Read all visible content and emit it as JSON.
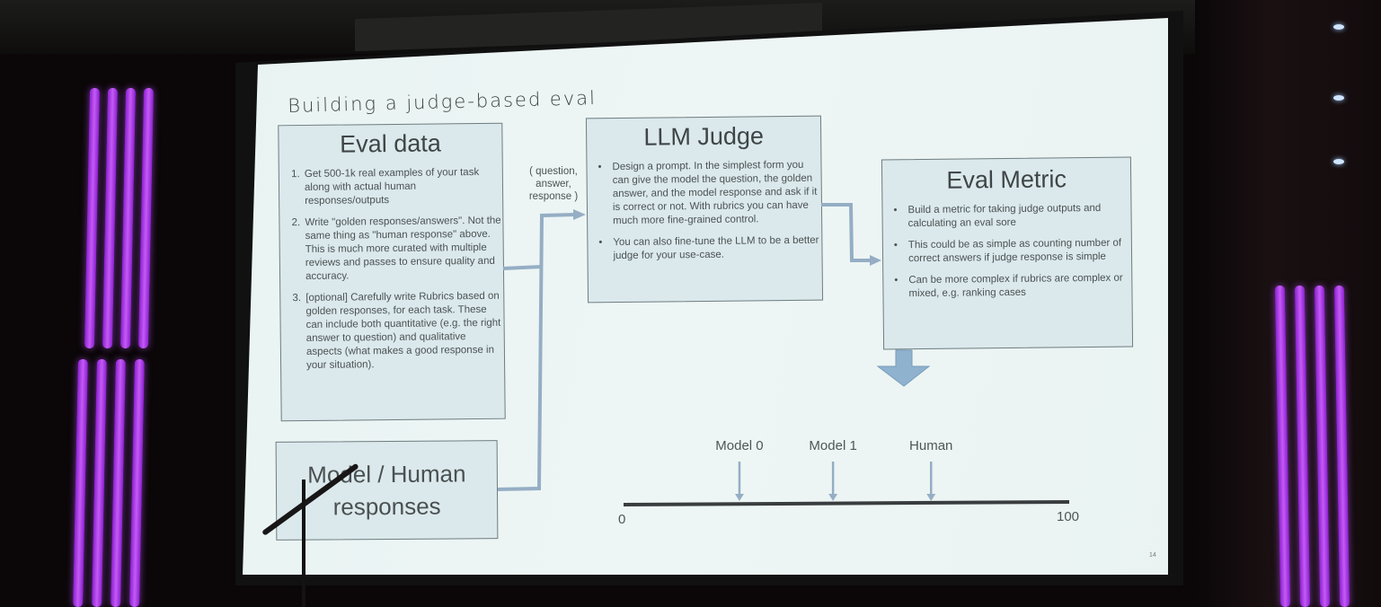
{
  "slide": {
    "title": "Building a judge-based eval",
    "page_number": "14",
    "colors": {
      "slide_bg": "#e8f3f2",
      "box_fill": "#dbe9ec",
      "box_border": "#6f7d80",
      "connector": "#95aec4",
      "timeline_line": "#3a3d3f",
      "timeline_arrow": "#95aec4",
      "stage_light": "#b84af0"
    },
    "eval_data": {
      "title": "Eval data",
      "items": [
        "Get 500-1k real examples of your task along with actual human responses/outputs",
        "Write \"golden responses/answers\". Not the same thing as \"human response\" above. This is much more curated with multiple reviews and passes to ensure quality and accuracy.",
        "[optional] Carefully write Rubrics based on golden responses, for each task. These can include both quantitative (e.g. the right answer to question) and qualitative aspects (what makes a good response in your situation)."
      ]
    },
    "responses_box": {
      "title_line1": "Model / Human",
      "title_line2": "responses"
    },
    "connector_label": {
      "line1": "( question,",
      "line2": "answer,",
      "line3": "response )"
    },
    "llm_judge": {
      "title": "LLM Judge",
      "items": [
        "Design a prompt. In the simplest form you can give the model the question, the golden answer, and the model response and ask if it is correct or not. With rubrics you can have much more fine-grained control.",
        "You can also fine-tune the LLM to be a better judge for your use-case."
      ]
    },
    "eval_metric": {
      "title": "Eval Metric",
      "items": [
        "Build a metric for taking judge outputs and calculating an eval sore",
        "This could be as simple as counting number of correct answers if judge response is simple",
        "Can be more complex if rubrics are complex or mixed, e.g. ranking cases"
      ]
    },
    "timeline": {
      "min_label": "0",
      "max_label": "100",
      "min": 0,
      "max": 100,
      "markers": [
        {
          "label": "Model 0",
          "value": 26
        },
        {
          "label": "Model 1",
          "value": 47
        },
        {
          "label": "Human",
          "value": 69
        }
      ]
    }
  }
}
